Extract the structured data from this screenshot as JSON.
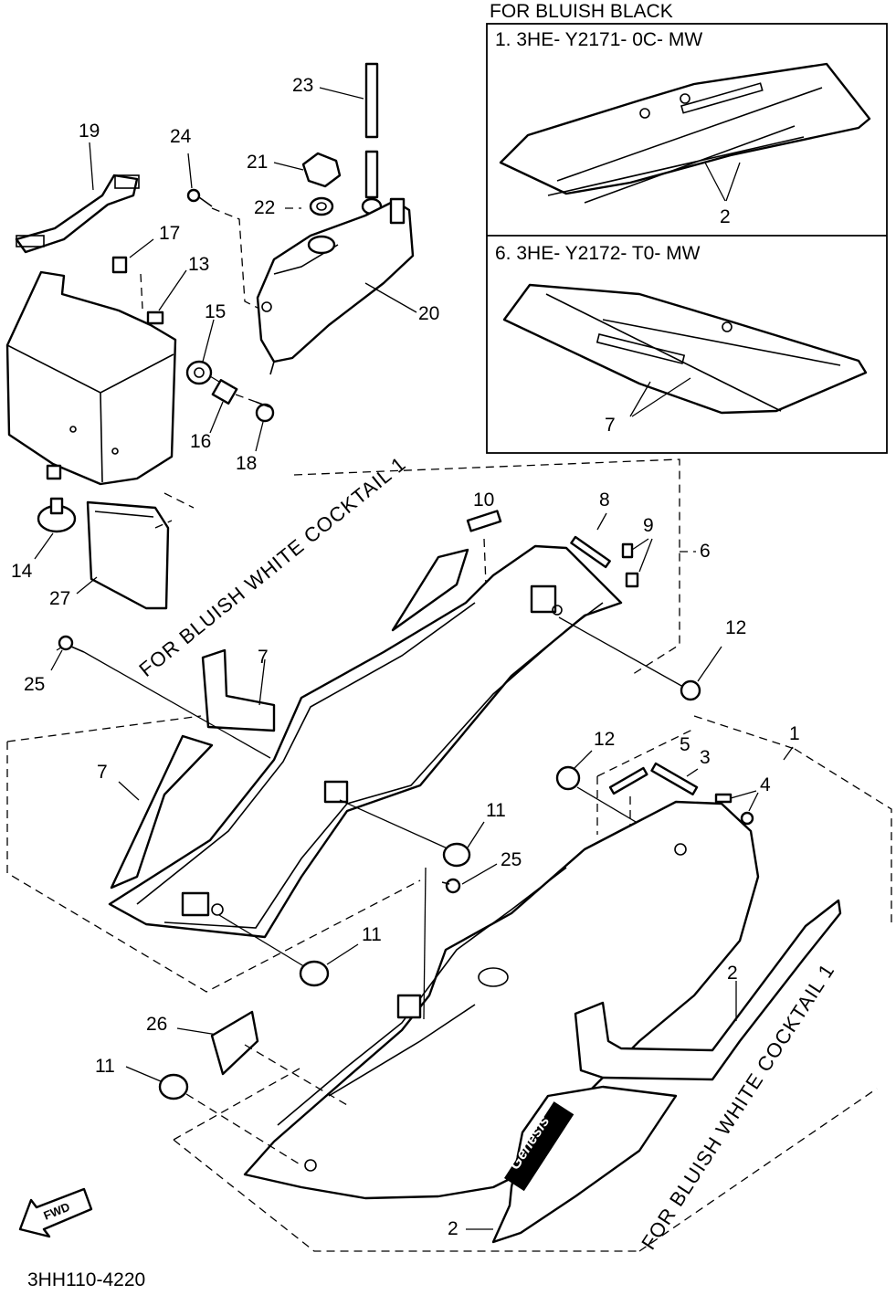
{
  "header": {
    "bluish_black": "FOR BLUISH BLACK",
    "panel_1_part": "1. 3HE- Y2171- 0C- MW",
    "panel_6_part": "6. 3HE- Y2172- T0- MW"
  },
  "notes": {
    "bluish_white_upper": "FOR BLUISH WHITE COCKTAIL 1",
    "bluish_white_lower": "FOR BLUISH WHITE COCKTAIL 1"
  },
  "labels": {
    "l19": "19",
    "l24": "24",
    "l23": "23",
    "l21": "21",
    "l22": "22",
    "l17": "17",
    "l13": "13",
    "l15": "15",
    "l20": "20",
    "l16": "16",
    "l18": "18",
    "l14": "14",
    "l27": "27",
    "l10": "10",
    "l8": "8",
    "l9": "9",
    "l6": "6",
    "l12a": "12",
    "l25a": "25",
    "l7a": "7",
    "l7b": "7",
    "l1": "1",
    "l12b": "12",
    "l5": "5",
    "l3": "3",
    "l4": "4",
    "l11a": "11",
    "l25b": "25",
    "l11b": "11",
    "l26": "26",
    "l2a": "2",
    "l11c": "11",
    "l2b": "2",
    "p1_2": "2",
    "p6_7": "7"
  },
  "emblem": {
    "text": "Genesis"
  },
  "fwd_arrow": {
    "text": "FWD"
  },
  "footer": {
    "code": "3HH110-4220"
  }
}
